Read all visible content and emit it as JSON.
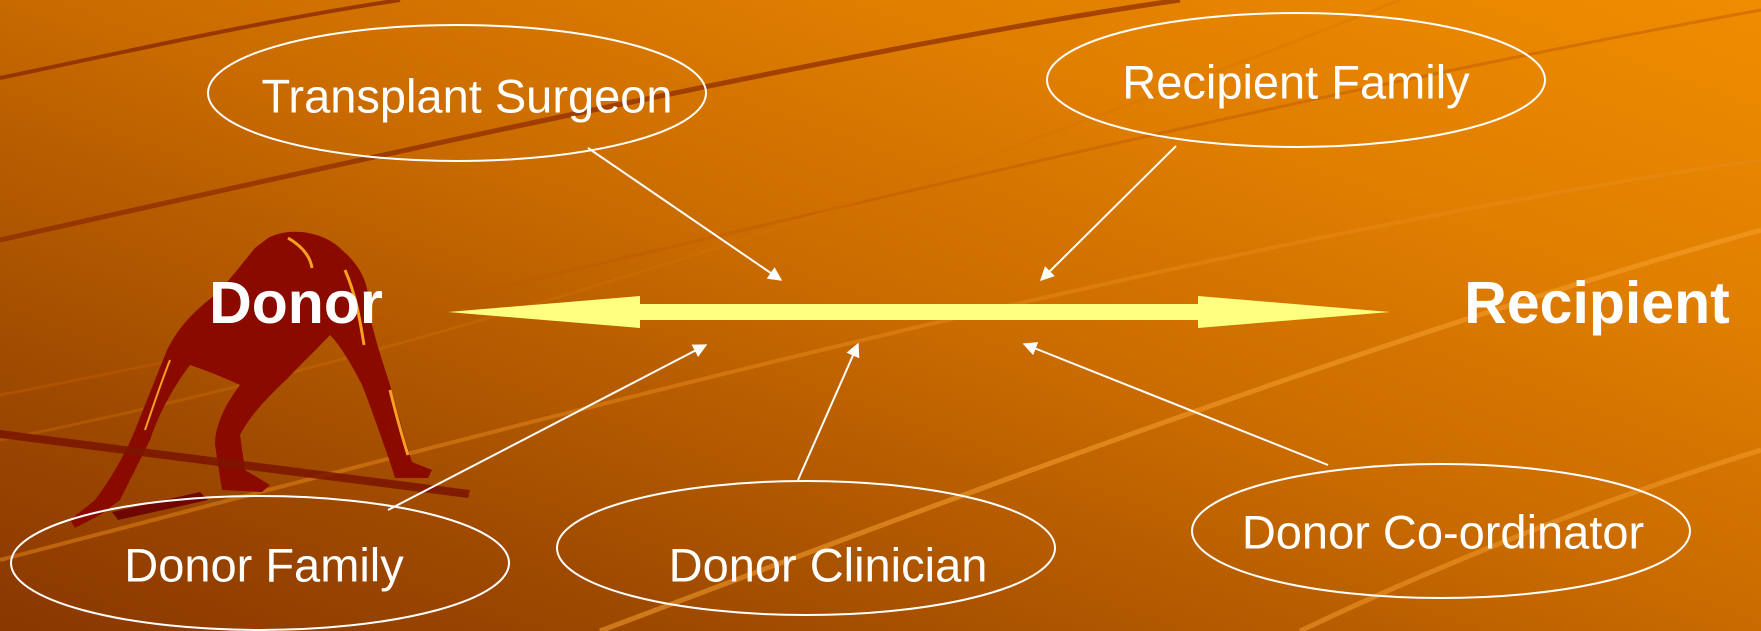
{
  "colors": {
    "background_light": "#f08c00",
    "background_dark": "#8a3700",
    "arrow_fill": "#ffff80",
    "runner_silhouette": "#8b0a00",
    "text": "#ffffff",
    "line": "#ffffff"
  },
  "endpoints": {
    "donor": "Donor",
    "recipient": "Recipient"
  },
  "nodes": {
    "transplant_surgeon": "Transplant Surgeon",
    "recipient_family": "Recipient Family",
    "donor_family": "Donor Family",
    "donor_clinician": "Donor Clinician",
    "donor_coordinator": "Donor Co-ordinator"
  }
}
